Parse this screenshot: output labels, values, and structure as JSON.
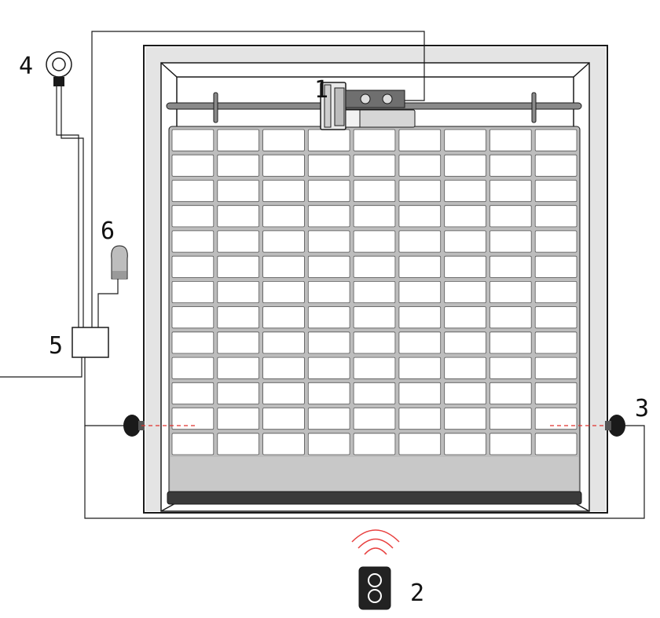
{
  "labels": {
    "motor": "1",
    "remote": "2",
    "photocell": "3",
    "key_switch": "4",
    "control_unit": "5",
    "flashing_light": "6"
  },
  "door": {
    "panel_columns": 9,
    "panel_rows": 13
  },
  "colors": {
    "line": "#1a1a1a",
    "wall_shade": "#e4e4e4",
    "door_panel": "#bdbdbd",
    "door_bottom": "#c8c8c8",
    "signal": "#e8403f",
    "beam": "#e0302c",
    "remote_body": "#222222"
  },
  "icons": {
    "motor": "motor-icon",
    "remote": "remote-control-icon",
    "photocell": "photocell-icon",
    "key_switch": "key-switch-icon",
    "control_unit": "control-unit-icon",
    "flashing_light": "flashing-light-icon"
  }
}
